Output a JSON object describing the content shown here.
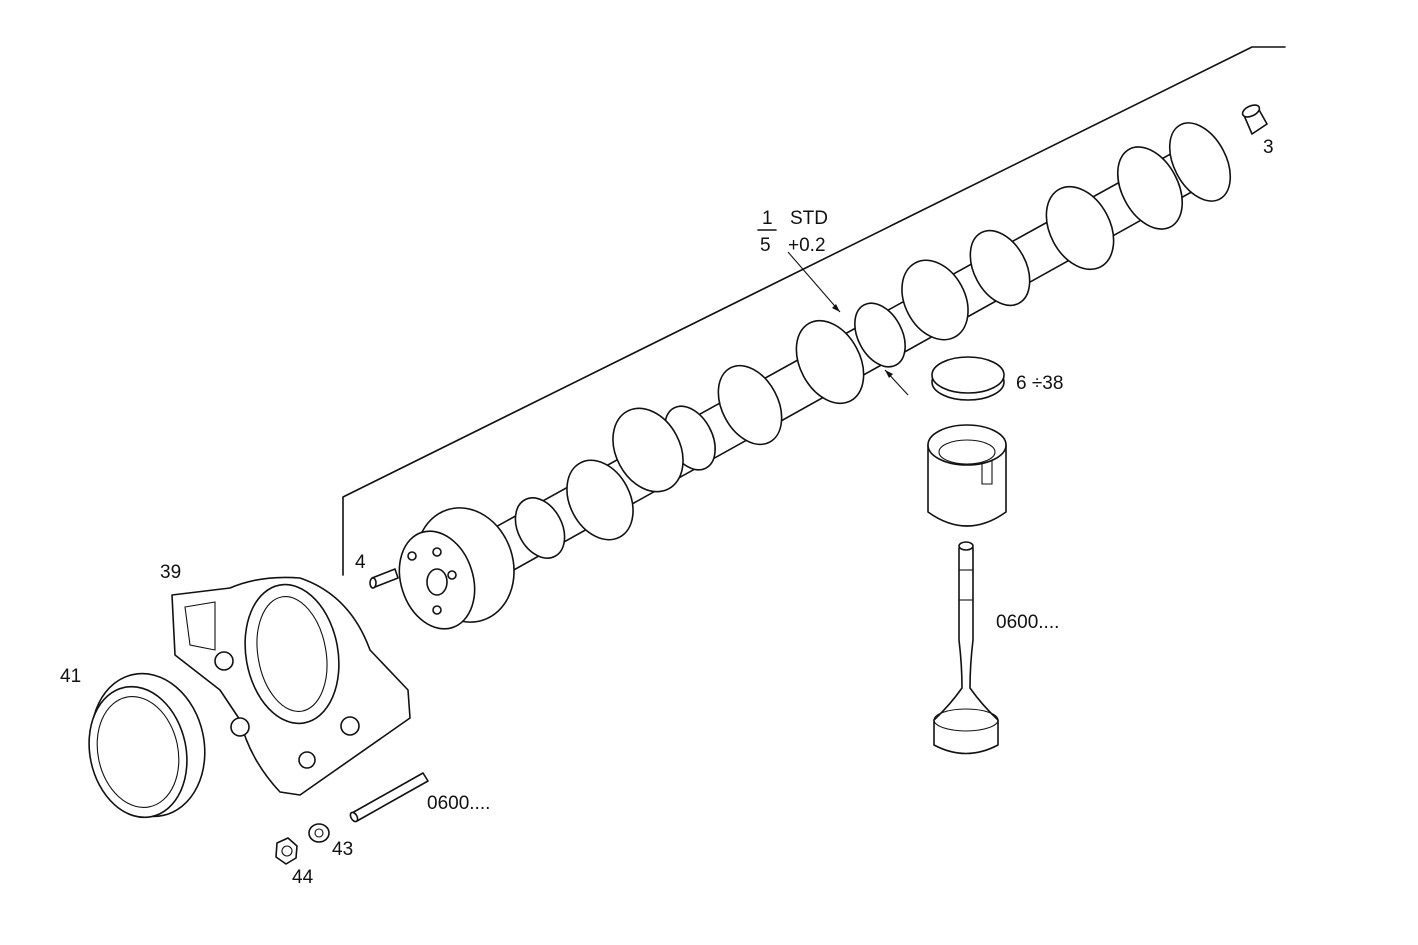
{
  "labels": {
    "frac_num": "1",
    "frac_den": "5",
    "std": "STD",
    "plus": "+0.2",
    "l3": "3",
    "l4": "4",
    "l6_38": "6 ÷38",
    "l39": "39",
    "l41": "41",
    "l43": "43",
    "l44": "44",
    "stud_ref": "0600....",
    "valve_ref": "0600...."
  }
}
